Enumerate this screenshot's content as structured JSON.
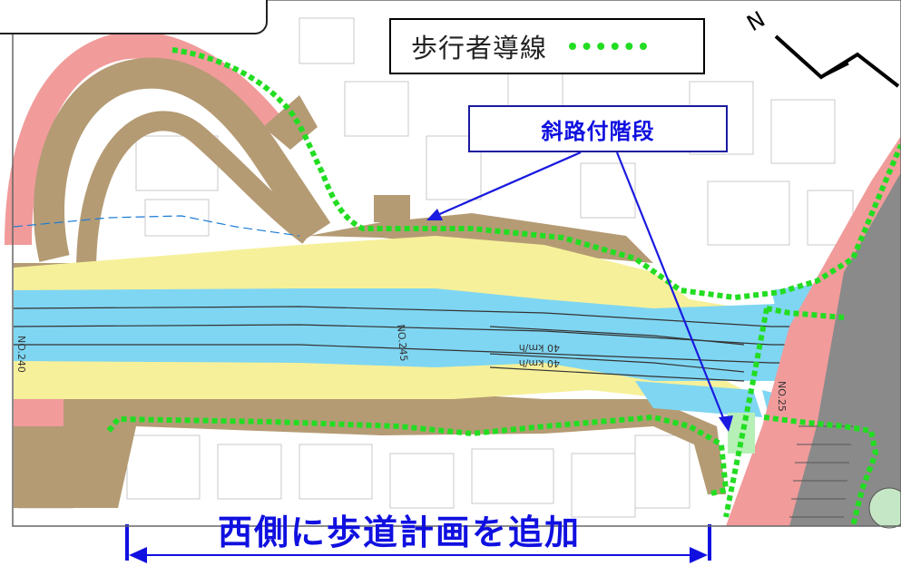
{
  "legend": {
    "label": "歩行者導線",
    "swatch_color": "#22dd22",
    "swatch_icon": "dotted-line-icon"
  },
  "callout": {
    "label": "斜路付階段"
  },
  "bottom_title": "西側に歩道計画を追加",
  "road_labels": {
    "center": "NO.245",
    "left": "NO.240",
    "right": "NO.25"
  },
  "lane_labels": [
    "40 km/h",
    "40 km/h"
  ],
  "north_arrow": {
    "letter": "N",
    "icon": "north-arrow-icon"
  },
  "colors": {
    "water": "#7fd6f2",
    "highway": "#f6f09a",
    "road_brown": "#b49b74",
    "sidewalk_pink": "#f19b9b",
    "pedestrian_route": "#22dd22",
    "callout_blue": "#1010e0",
    "rail_gray": "#8a8a8a"
  }
}
